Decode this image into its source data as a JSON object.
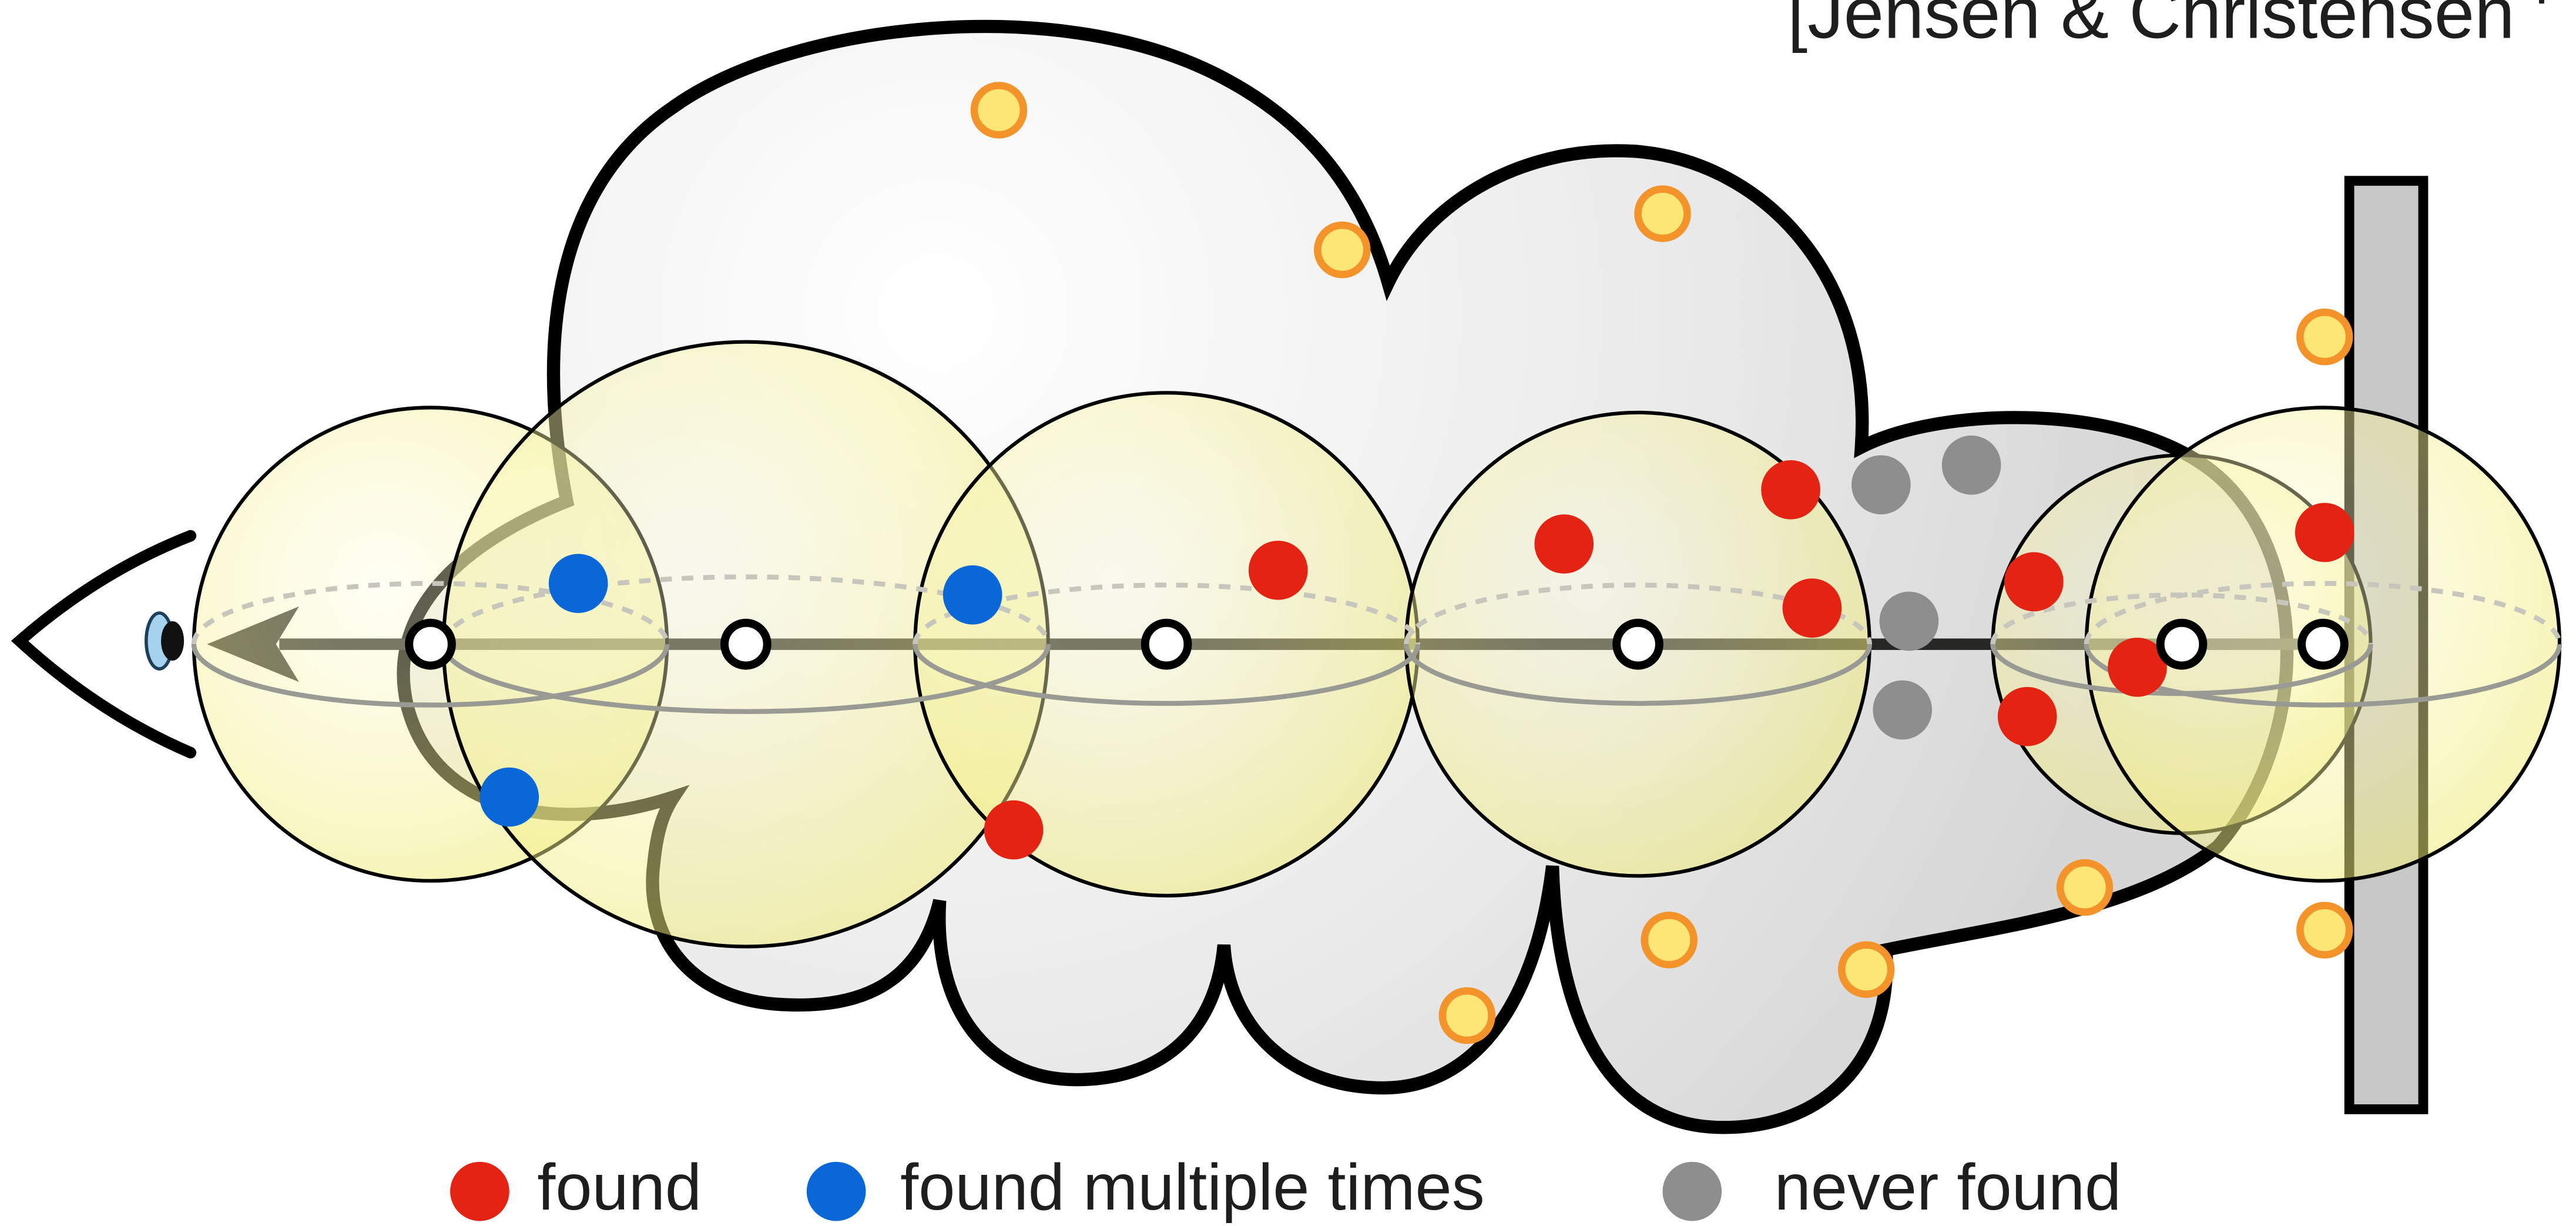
{
  "citation": "[Jensen & Christensen '",
  "legend": [
    {
      "label": "found",
      "color": "#e42312"
    },
    {
      "label": "found multiple times",
      "color": "#0967d8"
    },
    {
      "label": "never found",
      "color": "#8e8e8e"
    }
  ],
  "colors": {
    "photon_fill": "#fde676",
    "photon_ring": "#f5932b",
    "wall_fill": "#c7c7c7",
    "iris": "#a6d2ee",
    "pupil": "#111111",
    "cloud_light": "#ffffff",
    "cloud_dark": "#d6d6d6",
    "sphere_center": "#fffee1",
    "sphere_edge": "#efea6e"
  }
}
